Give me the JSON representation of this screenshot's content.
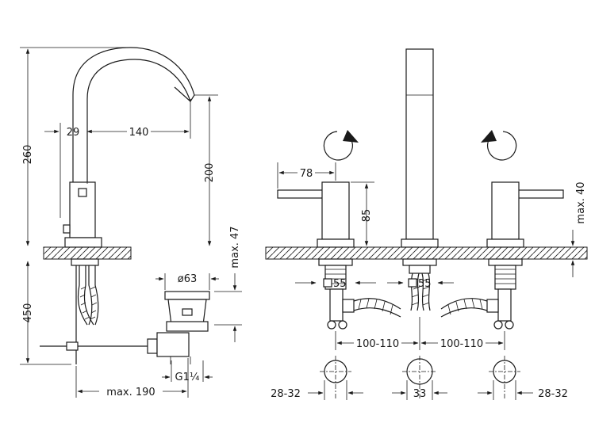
{
  "dimensions": {
    "height_total": "260",
    "height_spout": "200",
    "below_deck": "450",
    "offset_29": "29",
    "reach_140": "140",
    "waste_dia": "ø63",
    "deck_max47": "max. 47",
    "waste_thread": "G1¼",
    "rod_max190": "max. 190",
    "handle_78": "78",
    "handle_height_85": "85",
    "deck_max40": "max. 40",
    "square_left": "55",
    "square_mid": "55",
    "spacing_left": "100-110",
    "spacing_right": "100-110",
    "hole_left": "28-32",
    "hole_mid": "33",
    "hole_right": "28-32"
  }
}
